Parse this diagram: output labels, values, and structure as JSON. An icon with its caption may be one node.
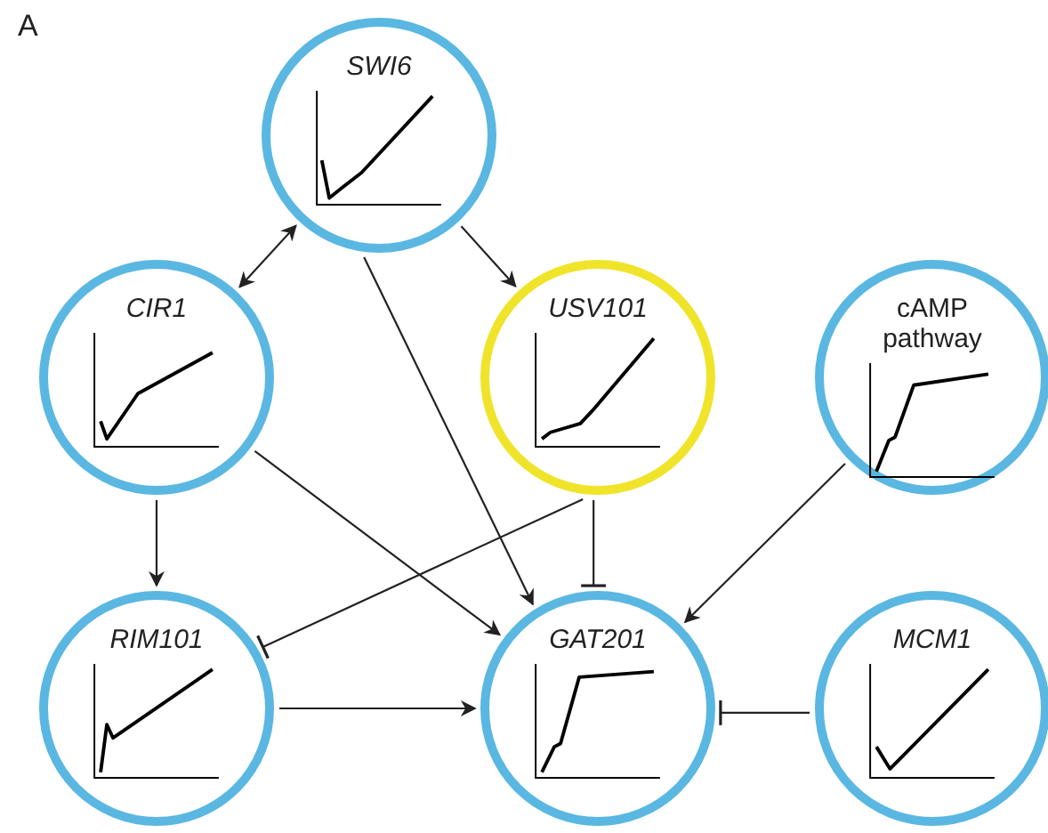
{
  "diagram": {
    "nodes": [
      {
        "text": [
          "SWI6"
        ]
      },
      {
        "text": [
          "CIR1"
        ]
      },
      {
        "text": [
          "USV101"
        ]
      },
      {
        "text": [
          "cAMP pathway"
        ]
      },
      {
        "text": [
          "RIM101"
        ]
      },
      {
        "text": [
          "GAT201"
        ]
      },
      {
        "text": [
          "MCM1"
        ]
      }
    ],
    "edges": [
      {
        "from": 0,
        "to": 1,
        "arrow": "both"
      },
      {
        "from": 0,
        "to": 2,
        "arrow": "to"
      },
      {
        "from": 0,
        "to": 5,
        "arrow": "to"
      },
      {
        "from": 1,
        "to": 4,
        "arrow": "to"
      },
      {
        "from": 1,
        "to": 5,
        "arrow": "to"
      },
      {
        "from": 2,
        "to": 5,
        "arrow": "other"
      },
      {
        "from": 2,
        "to": 4,
        "arrow": "other"
      },
      {
        "from": 3,
        "to": 5,
        "arrow": "to"
      },
      {
        "from": 4,
        "to": 5,
        "arrow": "to"
      },
      {
        "from": 6,
        "to": 5,
        "arrow": "other"
      }
    ],
    "labels": [
      "A"
    ]
  }
}
